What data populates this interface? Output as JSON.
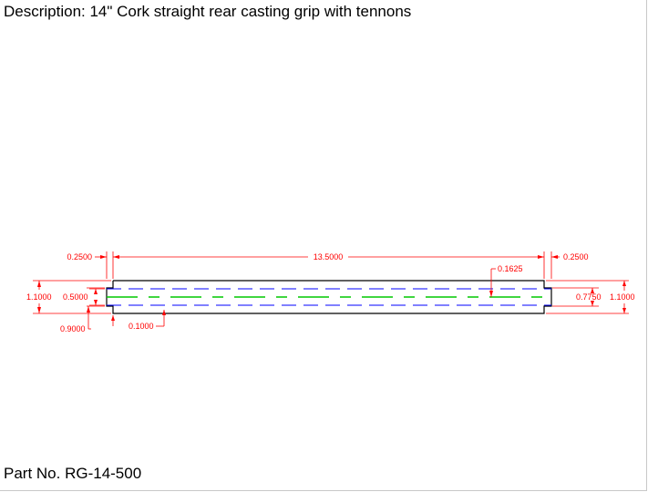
{
  "header": {
    "description": "Description: 14\" Cork straight rear casting grip with tennons"
  },
  "footer": {
    "part_no": "Part No. RG-14-500"
  },
  "drawing": {
    "dimensions": {
      "left_tenon_length": "0.2500",
      "overall_body_length": "13.5000",
      "right_tenon_length": "0.2500",
      "right_step_depth": "0.1625",
      "left_outer_diameter": "1.1000",
      "bore_diameter": "0.5000",
      "left_tenon_diameter": "0.9000",
      "left_step": "0.1000",
      "right_tenon_diameter": "0.7750",
      "right_outer_diameter": "1.1000"
    },
    "colors": {
      "outline": "#000000",
      "dimension": "#ff0000",
      "hidden_line": "#0000ff",
      "center_line": "#00c800"
    }
  }
}
